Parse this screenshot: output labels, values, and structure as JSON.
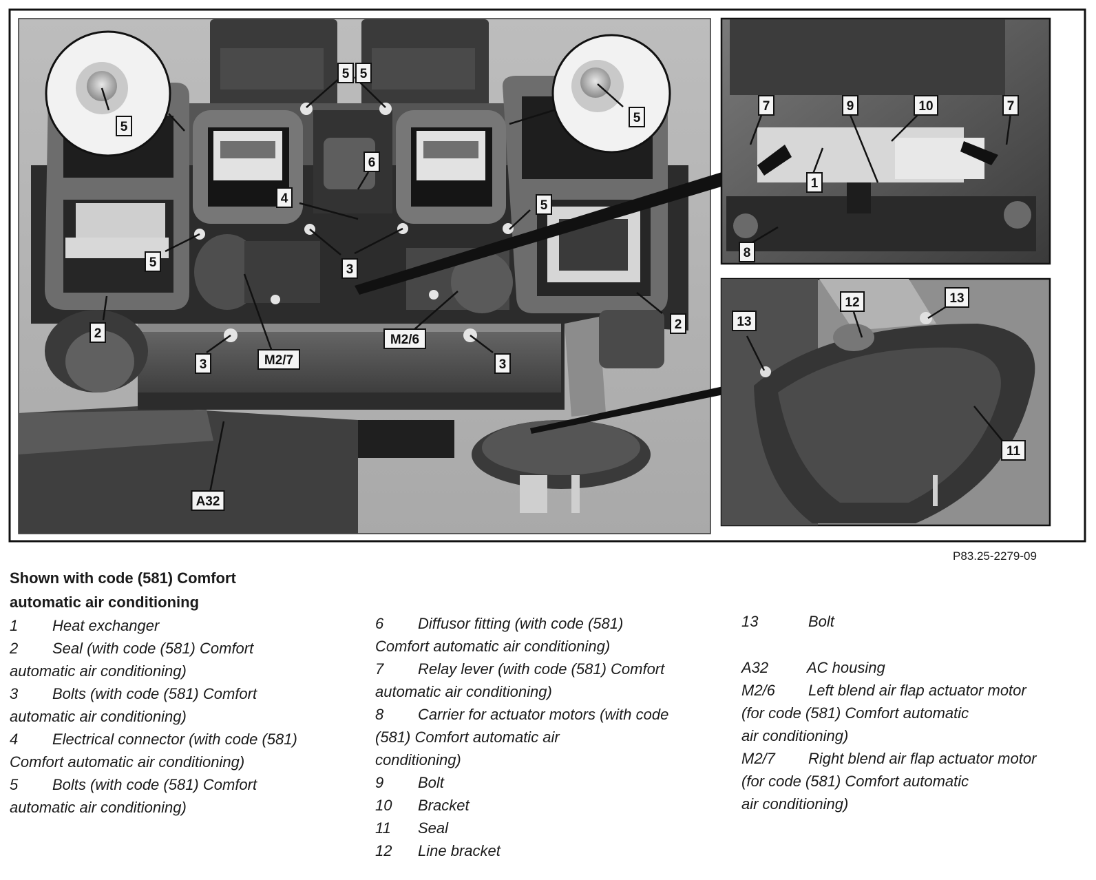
{
  "figure": {
    "main_photo_callouts": [
      "5",
      "5",
      "5",
      "5",
      "6",
      "4",
      "5",
      "5",
      "3",
      "3",
      "2",
      "2",
      "3",
      "3",
      "M2/7",
      "M2/6",
      "A32"
    ],
    "inset_top_callouts": [
      "7",
      "9",
      "10",
      "7",
      "1",
      "8"
    ],
    "inset_bottom_callouts": [
      "13",
      "12",
      "13",
      "11"
    ],
    "reference_code": "P83.25-2279-09"
  },
  "legend": {
    "title_line1": "Shown with code (581) Comfort",
    "title_line2": "automatic air conditioning",
    "col1": [
      {
        "num": "1",
        "text": "Heat exchanger",
        "cont": ""
      },
      {
        "num": "2",
        "text": "Seal (with code (581) Comfort",
        "cont": "automatic air conditioning)"
      },
      {
        "num": "3",
        "text": "Bolts (with code (581) Comfort",
        "cont": "automatic air conditioning)"
      },
      {
        "num": "4",
        "text": "Electrical connector (with code (581)",
        "cont": "Comfort automatic air conditioning)"
      },
      {
        "num": "5",
        "text": "Bolts (with code (581) Comfort",
        "cont": "automatic air conditioning)"
      }
    ],
    "col2": [
      {
        "num": "6",
        "text": "Diffusor fitting (with code (581)",
        "cont": "Comfort automatic air conditioning)"
      },
      {
        "num": "7",
        "text": "Relay lever (with code (581) Comfort",
        "cont": "automatic air conditioning)"
      },
      {
        "num": "8",
        "text": "Carrier for actuator motors (with code",
        "cont": "(581) Comfort automatic air",
        "cont2": "conditioning)"
      },
      {
        "num": "9",
        "text": "Bolt"
      },
      {
        "num": "10",
        "text": "Bracket"
      },
      {
        "num": "11",
        "text": "Seal"
      },
      {
        "num": "12",
        "text": "Line bracket"
      }
    ],
    "col3_top": {
      "num": "13",
      "text": "Bolt"
    },
    "col3": [
      {
        "num": "A32",
        "text": "AC housing"
      },
      {
        "num": "M2/6",
        "text": "Left blend air flap actuator motor",
        "cont": "(for code (581) Comfort automatic",
        "cont2": "air conditioning)"
      },
      {
        "num": "M2/7",
        "text": "Right blend air flap actuator motor",
        "cont": "(for code (581) Comfort automatic",
        "cont2": "air conditioning)"
      }
    ]
  }
}
